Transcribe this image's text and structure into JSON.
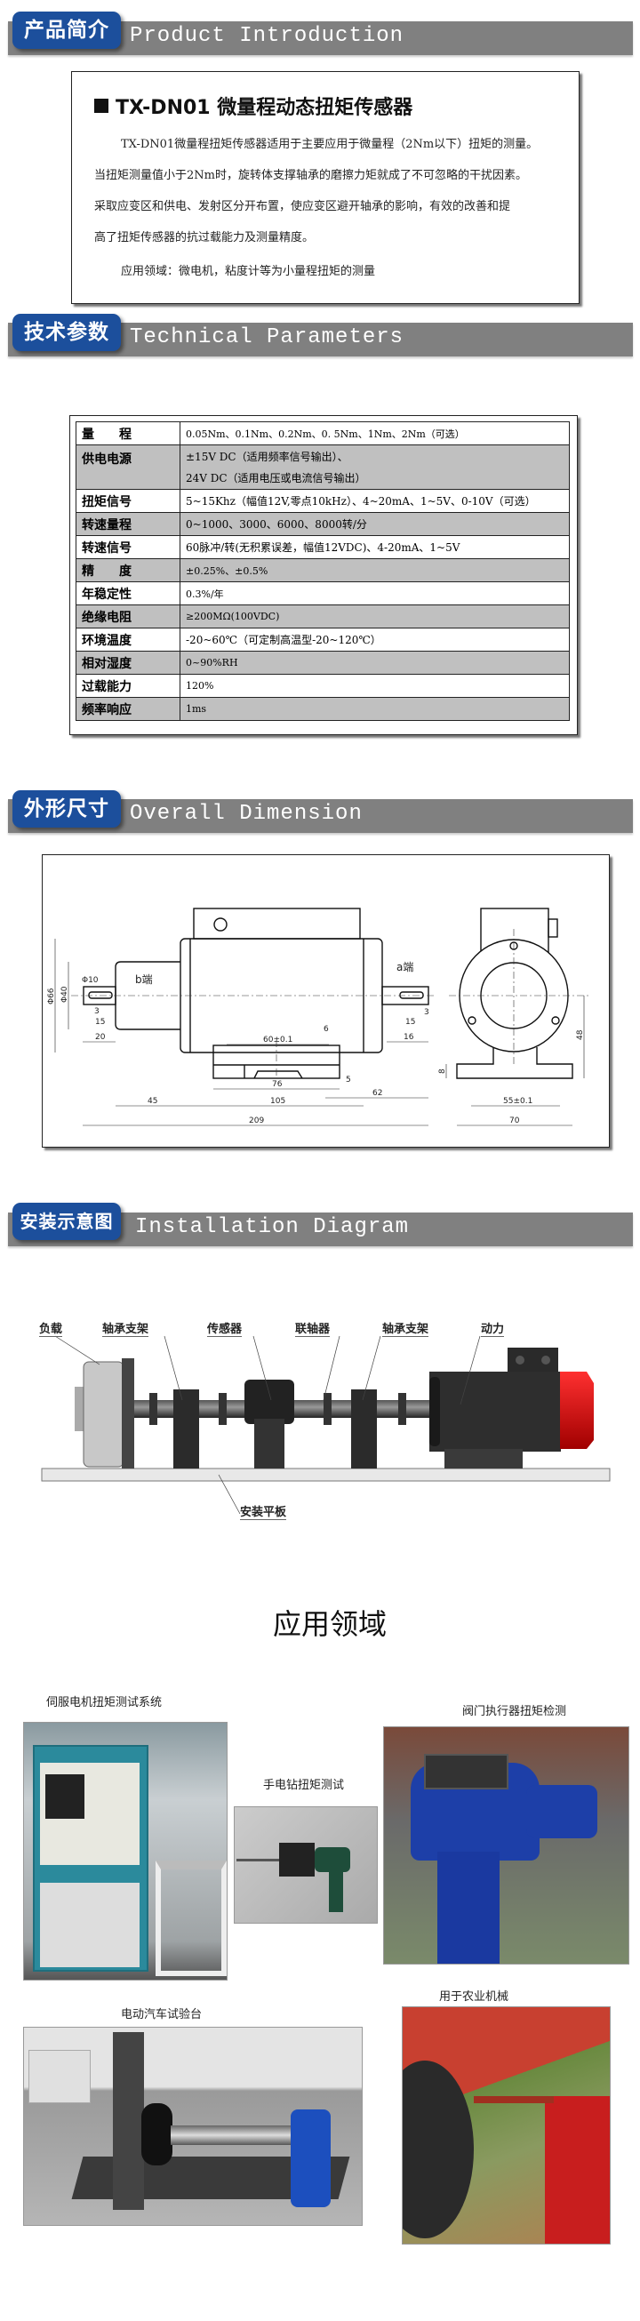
{
  "sections": {
    "intro": {
      "cn": "产品简介",
      "en": "Product Introduction"
    },
    "params": {
      "cn": "技术参数",
      "en": "Technical Parameters"
    },
    "dimension": {
      "cn": "外形尺寸",
      "en": "Overall Dimension"
    },
    "install": {
      "cn": "安装示意图",
      "en": "Installation Diagram"
    }
  },
  "intro": {
    "title": "TX-DN01 微量程动态扭矩传感器",
    "lines": [
      "TX-DN01微量程扭矩传感器适用于主要应用于微量程（2Nm以下）扭矩的测量。",
      "当扭矩测量值小于2Nm时，旋转体支撑轴承的磨擦力矩就成了不可忽略的干扰因素。",
      "采取应变区和供电、发射区分开布置，使应变区避开轴承的影响，有效的改善和提",
      "高了扭矩传感器的抗过载能力及测量精度。"
    ],
    "application": "应用领域：微电机，粘度计等为小量程扭矩的测量"
  },
  "params": [
    {
      "label": "量　　程",
      "value": "0.05Nm、0.1Nm、0.2Nm、0. 5Nm、1Nm、2Nm（可选）"
    },
    {
      "label": "供电电源",
      "value": "±15V DC（适用频率信号输出）、",
      "value2": "24V DC（适用电压或电流信号输出）"
    },
    {
      "label": "扭矩信号",
      "value": "5~15Khz（幅值12V,零点10kHz）、4~20mA、1~5V、0-10V（可选）"
    },
    {
      "label": "转速量程",
      "value": "0~1000、3000、6000、8000转/分"
    },
    {
      "label": "转速信号",
      "value": "60脉冲/转(无积累误差，幅值12VDC)、4-20mA、1~5V"
    },
    {
      "label": "精　　度",
      "value": "±0.25%、±0.5%"
    },
    {
      "label": "年稳定性",
      "value": "0.3%/年"
    },
    {
      "label": "绝缘电阻",
      "value": "≥200MΩ(100VDC)"
    },
    {
      "label": "环境温度",
      "value": "-20~60℃（可定制高温型-20~120℃）"
    },
    {
      "label": "相对湿度",
      "value": "0~90%RH"
    },
    {
      "label": "过载能力",
      "value": "120%"
    },
    {
      "label": "频率响应",
      "value": "1ms"
    }
  ],
  "dimension": {
    "d66": "Φ66",
    "d40": "Φ40",
    "d10": "Φ10",
    "l3": "3",
    "l15": "15",
    "l20": "20",
    "c60": "60±0.1",
    "c6": "6",
    "c76": "76",
    "c5": "5",
    "c45": "45",
    "c105": "105",
    "c62": "62",
    "c209": "209",
    "r16": "16",
    "r15": "15",
    "r3": "3",
    "a_end": "a端",
    "b_end": "b端",
    "s55": "55±0.1",
    "s70": "70",
    "s48": "48",
    "s8": "8"
  },
  "install": {
    "load": "负载",
    "bearing1": "轴承支架",
    "sensor": "传感器",
    "coupling": "联轴器",
    "bearing2": "轴承支架",
    "power": "动力",
    "plate": "安装平板"
  },
  "applications": {
    "title": "应用领域",
    "servo": "伺服电机扭矩测试系统",
    "drill": "手电钻扭矩测试",
    "valve": "阀门执行器扭矩检测",
    "ev": "电动汽车试验台",
    "agri": "用于农业机械"
  },
  "colors": {
    "badge": "#1c4f9c",
    "bar": "#808080",
    "motor_red": "#d01010"
  }
}
